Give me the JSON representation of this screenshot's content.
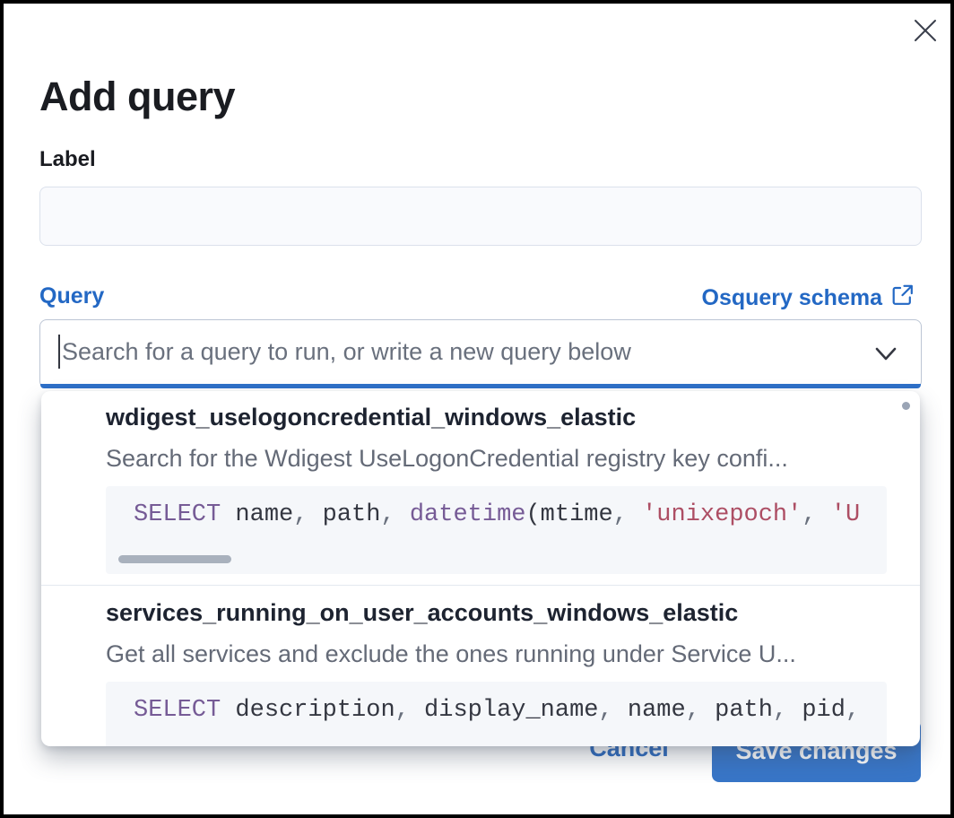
{
  "modal": {
    "title": "Add query",
    "form": {
      "label_field": {
        "label": "Label",
        "value": "",
        "placeholder": ""
      },
      "query_field": {
        "label": "Query",
        "schema_link_label": "Osquery schema",
        "search_placeholder": "Search for a query to run, or write a new query below"
      }
    },
    "dropdown": {
      "options": [
        {
          "title": "wdigest_uselogoncredential_windows_elastic",
          "description": "Search for the Wdigest UseLogonCredential registry key confi...",
          "code": [
            {
              "text": "SELECT"
            },
            {
              "text": " name"
            },
            {
              "text": ","
            },
            {
              "text": " path"
            },
            {
              "text": ","
            },
            {
              "text": " datetime"
            },
            {
              "text": "(mtime"
            },
            {
              "text": ","
            },
            {
              "text": " 'unixepoch'"
            },
            {
              "text": ","
            },
            {
              "text": " 'U"
            }
          ]
        },
        {
          "title": "services_running_on_user_accounts_windows_elastic",
          "description": "Get all services and exclude the ones running under Service U...",
          "code": [
            {
              "text": "SELECT"
            },
            {
              "text": " description"
            },
            {
              "text": ","
            },
            {
              "text": " display_name"
            },
            {
              "text": ","
            },
            {
              "text": " name"
            },
            {
              "text": ","
            },
            {
              "text": " path"
            },
            {
              "text": ","
            },
            {
              "text": " pid"
            },
            {
              "text": ","
            }
          ]
        }
      ]
    },
    "footer": {
      "cancel_label": "Cancel",
      "save_label": "Save changes"
    },
    "colors": {
      "link_blue": "#2368c4",
      "button_blue": "#3876c8",
      "focus_bar_blue": "#2e70c8",
      "title_text": "#1a1c21",
      "description_gray": "#646a77",
      "placeholder_gray": "#69707d",
      "code_background": "#f5f7fa",
      "code_keyword_purple": "#765b96",
      "code_string_red": "#ad4e64",
      "code_punctuation_gray": "#69707d",
      "code_text_dark": "#343741"
    },
    "icons": {
      "close": "close-icon",
      "external_link": "external-link-icon",
      "chevron_down": "chevron-down-icon"
    }
  }
}
